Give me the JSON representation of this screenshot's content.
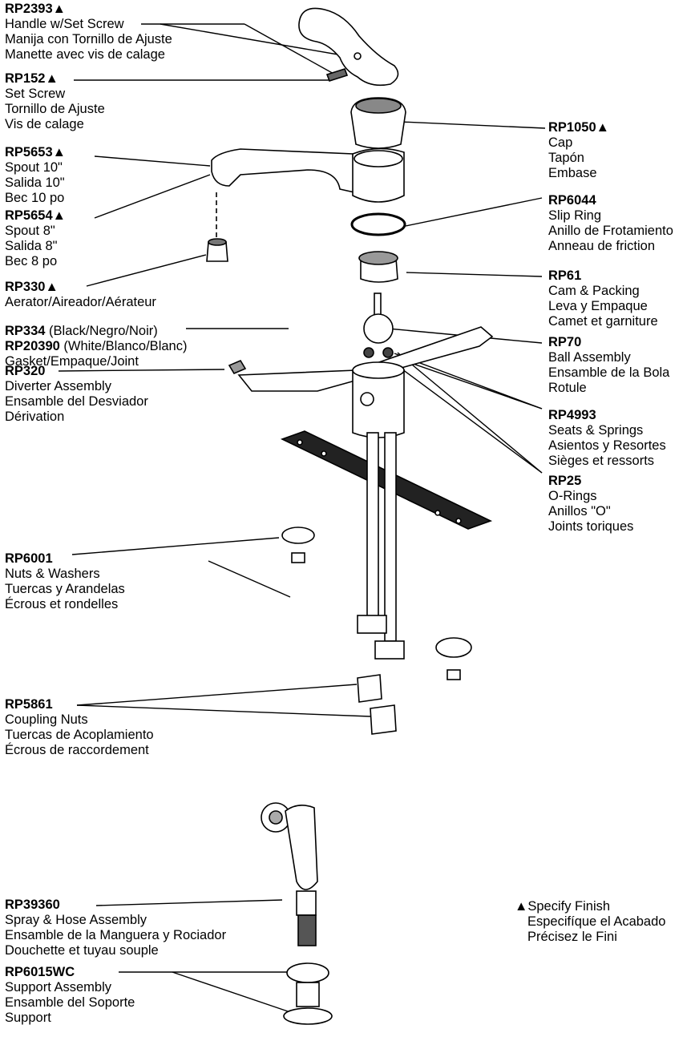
{
  "parts": [
    {
      "id": "rp2393",
      "code": "RP2393▲",
      "lines": [
        "Handle w/Set Screw",
        "Manija con Tornillo de Ajuste",
        "Manette avec vis de calage"
      ]
    },
    {
      "id": "rp152",
      "code": "RP152▲",
      "lines": [
        "Set Screw",
        "Tornillo de Ajuste",
        "Vis de calage"
      ]
    },
    {
      "id": "rp5653",
      "code": "RP5653▲",
      "lines": [
        "Spout 10\"",
        "Salida 10\"",
        "Bec 10 po"
      ]
    },
    {
      "id": "rp5654",
      "code": "RP5654▲",
      "lines": [
        "Spout 8\"",
        "Salida 8\"",
        "Bec 8 po"
      ]
    },
    {
      "id": "rp330",
      "code": "RP330▲",
      "lines": [
        "Aerator/Aireador/Aérateur"
      ]
    },
    {
      "id": "rp320",
      "code": "RP320",
      "lines": [
        "Diverter Assembly",
        "Ensamble del Desviador",
        "Dérivation"
      ]
    },
    {
      "id": "rp334",
      "code": "RP334",
      "code_suffix": " (Black/Negro/Noir)",
      "code2": "RP20390",
      "code2_suffix": " (White/Blanco/Blanc)",
      "lines": [
        "Gasket/Empaque/Joint"
      ]
    },
    {
      "id": "rp6001",
      "code": "RP6001",
      "lines": [
        "Nuts & Washers",
        "Tuercas y Arandelas",
        "Écrous et rondelles"
      ]
    },
    {
      "id": "rp5861",
      "code": "RP5861",
      "lines": [
        "Coupling Nuts",
        "Tuercas de Acoplamiento",
        "Écrous de raccordement"
      ]
    },
    {
      "id": "rp39360",
      "code": "RP39360",
      "lines": [
        "Spray & Hose Assembly",
        "Ensamble de la Manguera y Rociador",
        "Douchette et tuyau souple"
      ]
    },
    {
      "id": "rp6015wc",
      "code": "RP6015WC",
      "lines": [
        "Support Assembly",
        "Ensamble del Soporte",
        "Support"
      ]
    },
    {
      "id": "rp1050",
      "code": "RP1050▲",
      "lines": [
        "Cap",
        "Tapón",
        "Embase"
      ]
    },
    {
      "id": "rp6044",
      "code": "RP6044",
      "lines": [
        "Slip Ring",
        "Anillo de Frotamiento",
        "Anneau de friction"
      ]
    },
    {
      "id": "rp61",
      "code": "RP61",
      "lines": [
        "Cam & Packing",
        "Leva y Empaque",
        "Camet et garniture"
      ]
    },
    {
      "id": "rp70",
      "code": "RP70",
      "lines": [
        "Ball Assembly",
        "Ensamble de la Bola",
        "Rotule"
      ]
    },
    {
      "id": "rp4993",
      "code": "RP4993",
      "lines": [
        "Seats & Springs",
        "Asientos y Resortes",
        "Sièges et ressorts"
      ]
    },
    {
      "id": "rp25",
      "code": "RP25",
      "lines": [
        "O-Rings",
        "Anillos \"O\"",
        "Joints toriques"
      ]
    }
  ],
  "note": {
    "lines": [
      "▲Specify Finish",
      "Especifíque el Acabado",
      "Précisez le Fini"
    ]
  }
}
